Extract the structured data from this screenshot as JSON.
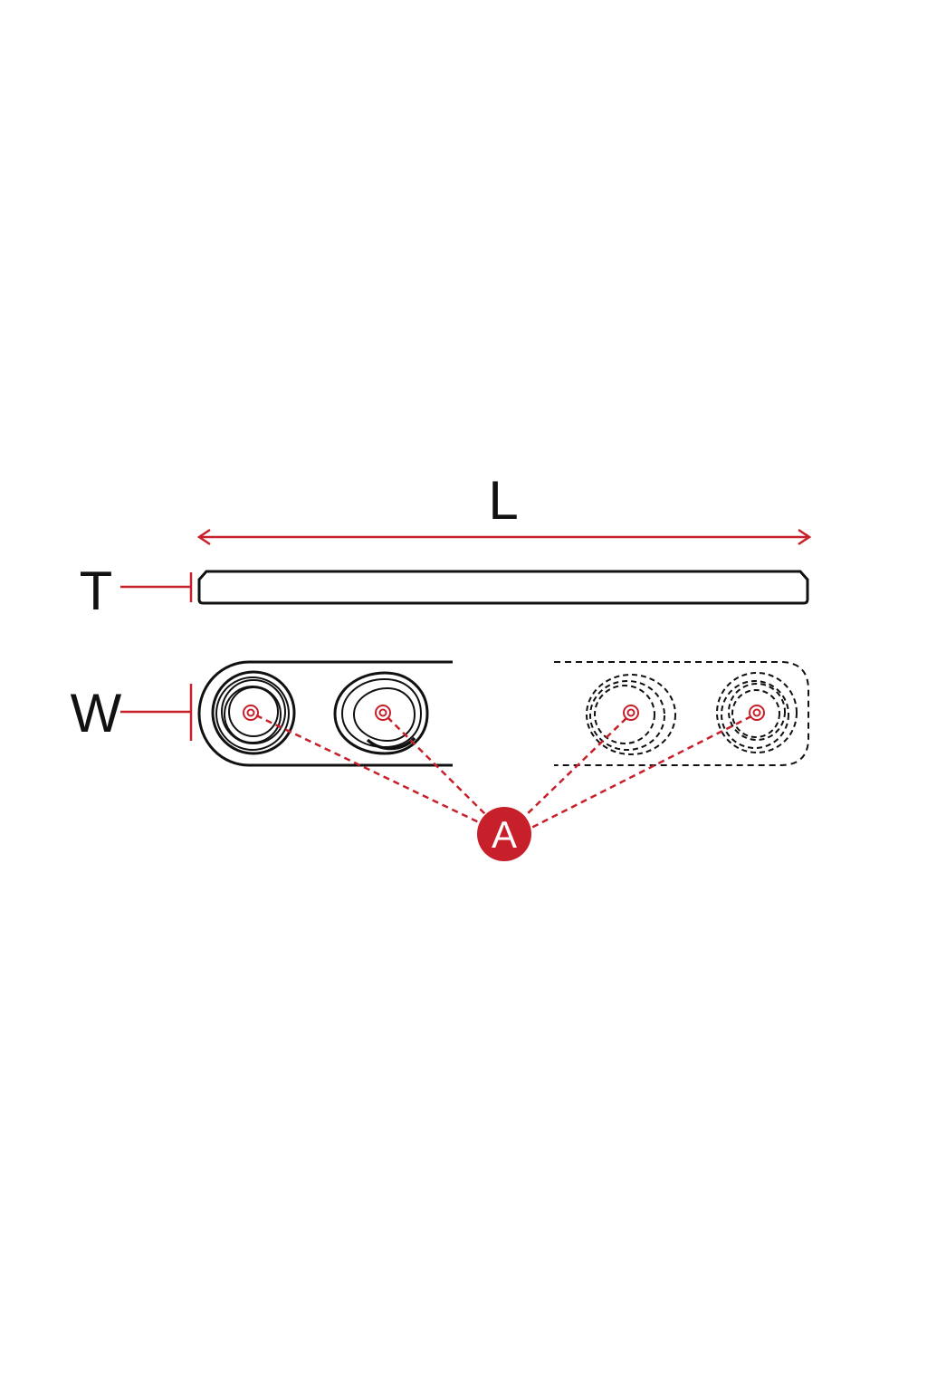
{
  "labels": {
    "length": "L",
    "thickness": "T",
    "width": "W",
    "holes": "A"
  },
  "colors": {
    "outline": "#111111",
    "dimension": "#c8202a",
    "callout_fill": "#c8202a",
    "callout_text": "#ffffff",
    "background": "#ffffff"
  }
}
